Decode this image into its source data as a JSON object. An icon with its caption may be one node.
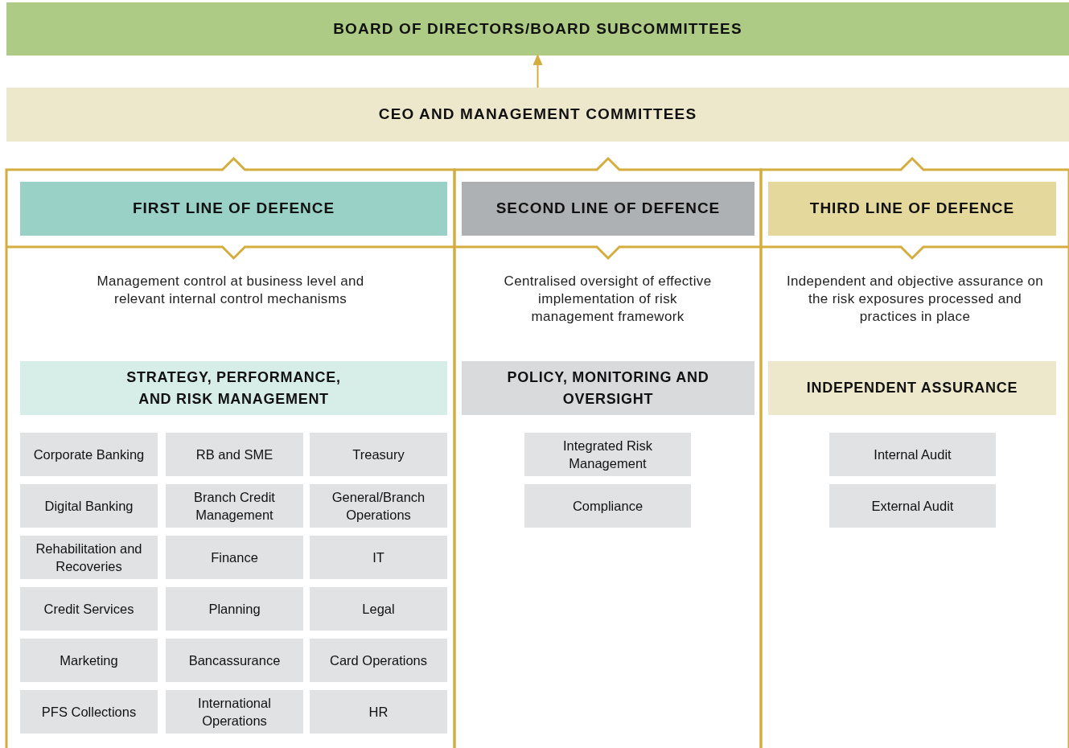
{
  "diagram": {
    "nodes": [
      {
        "text": [
          "BOARD OF DIRECTORS/BOARD SUBCOMMITTEES"
        ]
      },
      {
        "text": [
          "CEO AND MANAGEMENT COMMITTEES"
        ]
      },
      {
        "text": [
          "Management control at business level and relevant internal control mechanisms"
        ]
      },
      {
        "text": [
          "FIRST LINE OF DEFENCE"
        ],
        "in": 2
      },
      {
        "text": [
          "STRATEGY, PERFORMANCE, AND RISK MANAGEMENT"
        ],
        "in": 2
      },
      {
        "text": [
          "Corporate Banking"
        ],
        "in": 2
      },
      {
        "text": [
          "RB and SME"
        ],
        "in": 2
      },
      {
        "text": [
          "Treasury"
        ],
        "in": 2
      },
      {
        "text": [
          "Digital Banking"
        ],
        "in": 2
      },
      {
        "text": [
          "Branch Credit Management"
        ],
        "in": 2
      },
      {
        "text": [
          "General/Branch Operations"
        ],
        "in": 2
      },
      {
        "text": [
          "Rehabilitation and Recoveries"
        ],
        "in": 2
      },
      {
        "text": [
          "Finance"
        ],
        "in": 2
      },
      {
        "text": [
          "IT"
        ],
        "in": 2
      },
      {
        "text": [
          "Credit Services"
        ],
        "in": 2
      },
      {
        "text": [
          "Planning"
        ],
        "in": 2
      },
      {
        "text": [
          "Legal"
        ],
        "in": 2
      },
      {
        "text": [
          "Marketing"
        ],
        "in": 2
      },
      {
        "text": [
          "Bancassurance"
        ],
        "in": 2
      },
      {
        "text": [
          "Card Operations"
        ],
        "in": 2
      },
      {
        "text": [
          "PFS Collections"
        ],
        "in": 2
      },
      {
        "text": [
          "International Operations"
        ],
        "in": 2
      },
      {
        "text": [
          "HR"
        ],
        "in": 2
      },
      {
        "text": [
          "Centralised oversight of effective implementation of risk management framework"
        ]
      },
      {
        "text": [
          "SECOND LINE OF DEFENCE"
        ],
        "in": 23
      },
      {
        "text": [
          "POLICY, MONITORING AND OVERSIGHT"
        ],
        "in": 23
      },
      {
        "text": [
          "Integrated Risk Management"
        ],
        "in": 23
      },
      {
        "text": [
          "Compliance"
        ],
        "in": 23
      },
      {
        "text": [
          "Independent and objective assurance on the risk exposures processed and practices in place"
        ]
      },
      {
        "text": [
          "THIRD LINE OF DEFENCE"
        ],
        "in": 28
      },
      {
        "text": [
          "INDEPENDENT ASSURANCE"
        ],
        "in": 28
      },
      {
        "text": [
          "Internal Audit"
        ],
        "in": 28
      },
      {
        "text": [
          "External Audit"
        ],
        "in": 28
      }
    ],
    "edges": [
      {
        "from": 1,
        "to": 0,
        "arrow": "to"
      }
    ]
  }
}
